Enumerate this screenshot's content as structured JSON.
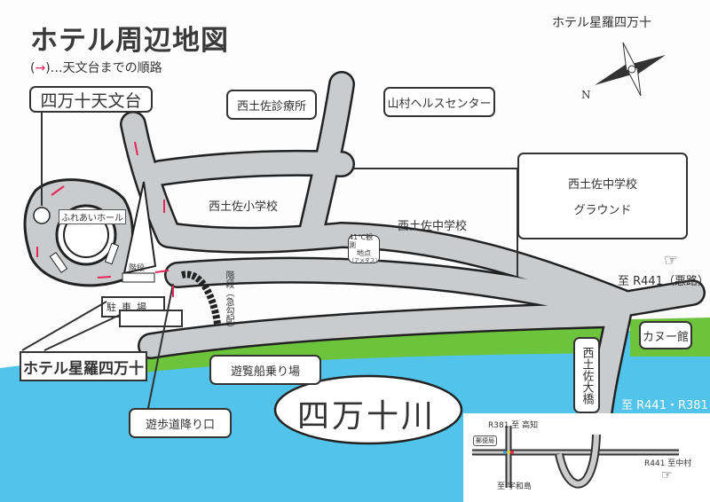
{
  "title": "ホテル周辺地図",
  "legend": {
    "open": "(",
    "arrow": "→",
    "text": ")…天文台までの順路"
  },
  "compass": {
    "label": "ホテル星羅四万十",
    "north": "N"
  },
  "places": {
    "observatory": "四万十天文台",
    "hall": "ふれあいホール",
    "clinic": "西土佐診療所",
    "health_center": "山村ヘルスセンター",
    "elementary": "西土佐小学校",
    "junior_high": "西土佐中学校",
    "ground_line1": "西土佐中学校",
    "ground_line2": "グラウンド",
    "amedas_line1": "41℃観測",
    "amedas_line2": "地点",
    "amedas_line3": "（アメダス）",
    "stairs": "階段",
    "parking": "駐車場",
    "steep_stairs": "階段（急勾配）",
    "hotel": "ホテル星羅四万十",
    "boat": "遊覧船乗り場",
    "trail": "遊歩道降り口",
    "river": "四万十川",
    "canoe": "カヌー館",
    "bridge": "西土佐大橋",
    "to_r441_bad": "至 R441（悪路）",
    "to_r441_r381": "至 R441・R381"
  },
  "inset": {
    "north": "R381 至 高知",
    "post_office": "郵便局",
    "south": "至 宇和島",
    "east": "R441 至中村"
  },
  "colors": {
    "road": "#c9cbcc",
    "grass": "#6cc43c",
    "river": "#52c3ea",
    "route_arrow": "#e8245a"
  }
}
